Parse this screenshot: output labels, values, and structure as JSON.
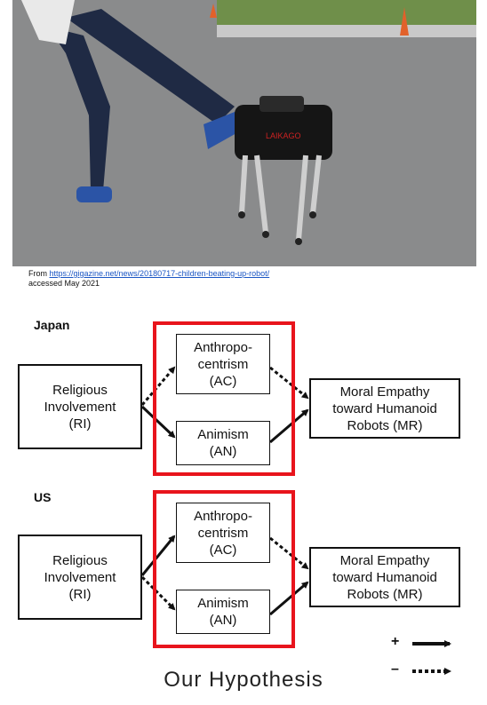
{
  "caption": {
    "prefix": "From ",
    "url_text": "https://gigazine.net/news/20180717-children-beating-up-robot/",
    "accessed": "accessed May 2021"
  },
  "japan": {
    "label": "Japan",
    "ri": "Religious\nInvolvement\n(RI)",
    "ac": "Anthropo-\ncentrism\n(AC)",
    "an": "Animism\n(AN)",
    "mr": "Moral Empathy\ntoward Humanoid\nRobots (MR)"
  },
  "us": {
    "label": "US",
    "ri": "Religious\nInvolvement\n(RI)",
    "ac": "Anthropo-\ncentrism\n(AC)",
    "an": "Animism\n(AN)",
    "mr": "Moral Empathy\ntoward Humanoid\nRobots (MR)"
  },
  "legend": {
    "positive": "+",
    "negative": "–"
  },
  "footer": "Our Hypothesis",
  "colors": {
    "frame": "#e8141c",
    "arrow": "#111111"
  }
}
